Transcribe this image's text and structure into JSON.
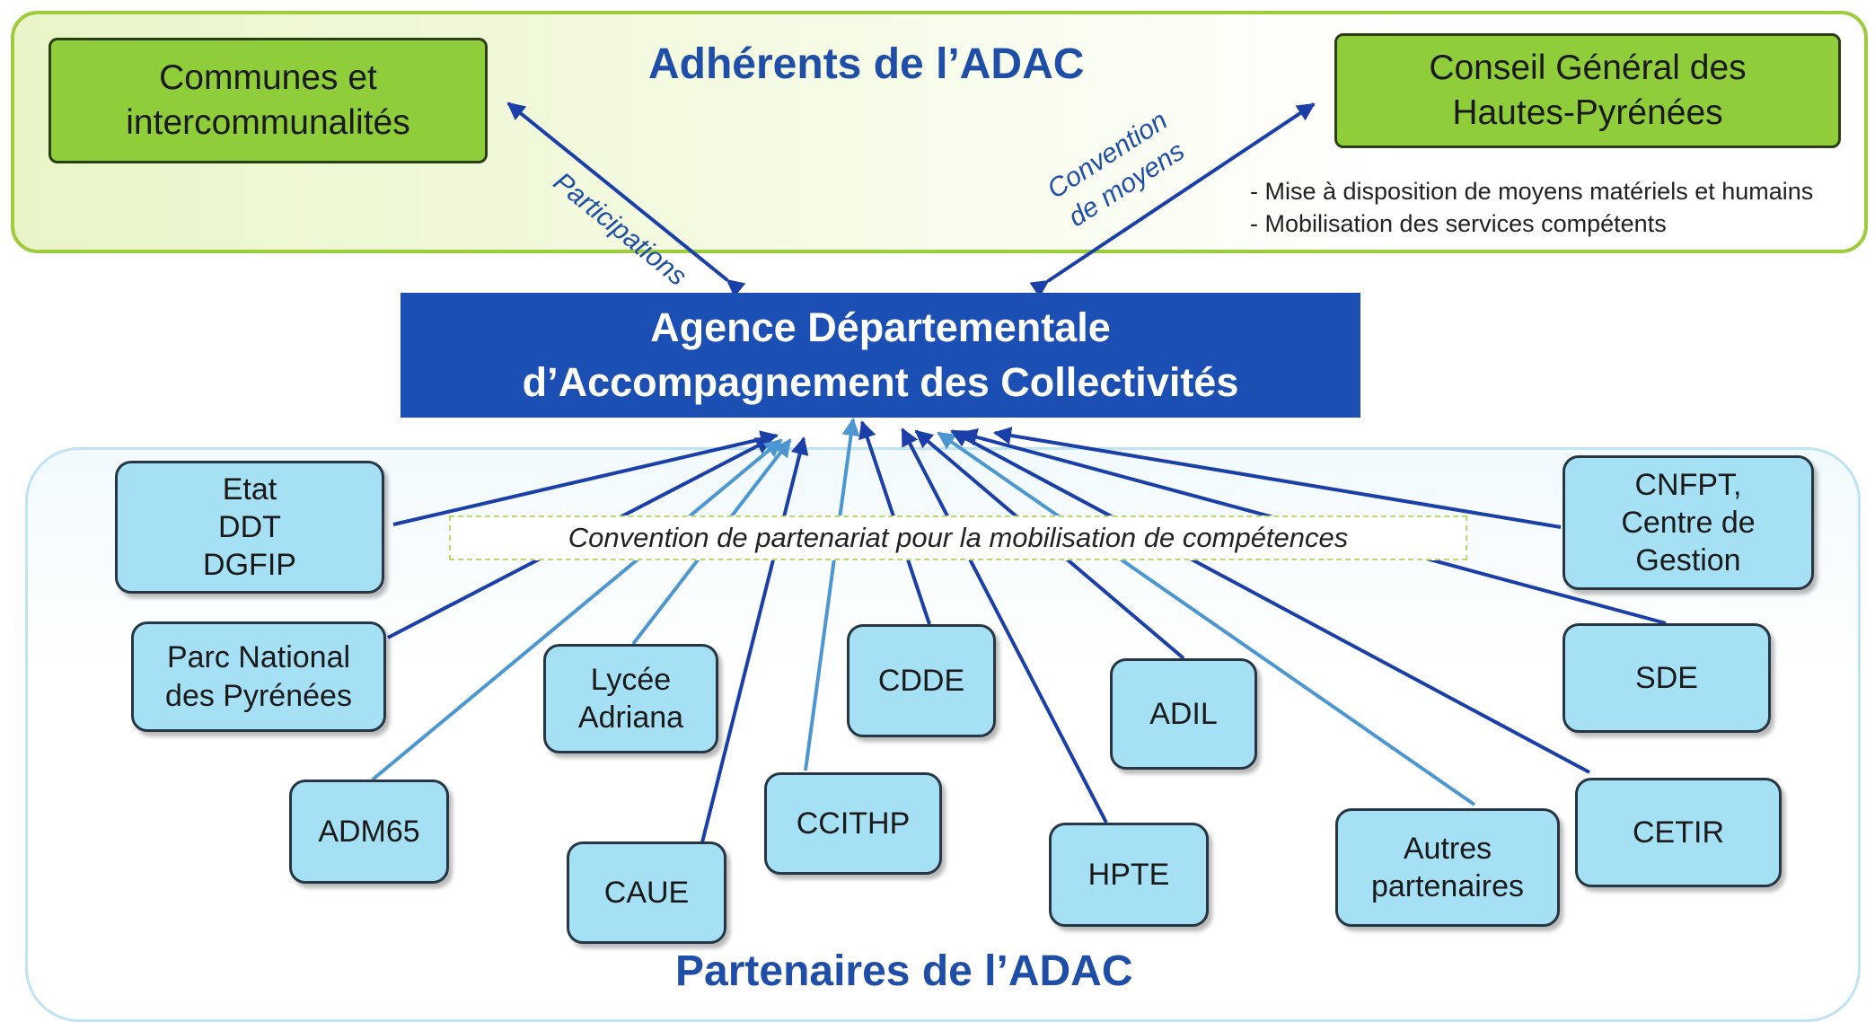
{
  "top_section": {
    "title": "Adhérents de l’ADAC",
    "members": {
      "left": [
        "Communes et",
        "intercommunalités"
      ],
      "right": [
        "Conseil Général des",
        "Hautes-Pyrénées"
      ]
    },
    "arrow_labels": {
      "participations": "Participations",
      "convention": [
        "Convention",
        "de moyens"
      ]
    },
    "notes": [
      "- Mise à disposition de moyens matériels et humains",
      "- Mobilisation des services compétents"
    ]
  },
  "center": {
    "line1": "Agence Départementale",
    "line2": "d’Accompagnement des Collectivités"
  },
  "bottom_section": {
    "title": "Partenaires de l’ADAC",
    "convention_label": "Convention de partenariat pour la mobilisation de compétences",
    "partners": {
      "etat": [
        "Etat",
        "DDT",
        "DGFIP"
      ],
      "parc": [
        "Parc National",
        "des Pyrénées"
      ],
      "adm65": [
        "ADM65"
      ],
      "lycee": [
        "Lycée",
        "Adriana"
      ],
      "caue": [
        "CAUE"
      ],
      "ccithp": [
        "CCITHP"
      ],
      "cdde": [
        "CDDE"
      ],
      "hpte": [
        "HPTE"
      ],
      "adil": [
        "ADIL"
      ],
      "autres": [
        "Autres",
        "partenaires"
      ],
      "cnfpt": [
        "CNFPT,",
        "Centre de",
        "Gestion"
      ],
      "sde": [
        "SDE"
      ],
      "cetir": [
        "CETIR"
      ]
    }
  },
  "colors": {
    "dark_blue": "#1b3fa8",
    "light_blue_line": "#4c97d2",
    "green_fill": "#8fce3a",
    "partner_fill": "#a6e0f4",
    "title_blue": "#1f4ea8"
  }
}
